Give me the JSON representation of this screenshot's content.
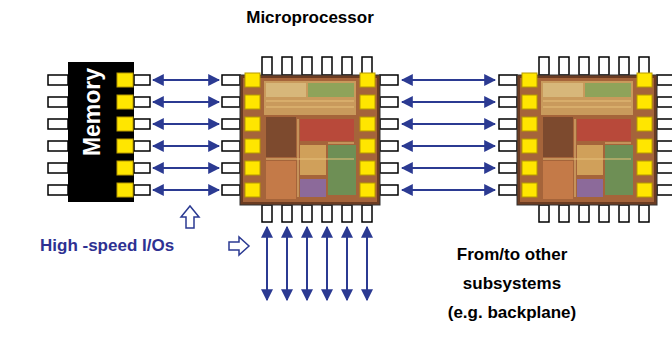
{
  "diagram": {
    "nodes": [
      {
        "text": [
          "Memory"
        ]
      },
      {
        "text": [
          "Microprocessor"
        ]
      }
    ],
    "edges": [
      {
        "from": 0,
        "to": 1,
        "arrow": "both"
      },
      {
        "from": 0,
        "to": 1,
        "arrow": "both"
      },
      {
        "from": 0,
        "to": 1,
        "arrow": "both"
      },
      {
        "from": 0,
        "to": 1,
        "arrow": "both"
      },
      {
        "from": 0,
        "to": 1,
        "arrow": "both"
      },
      {
        "from": 0,
        "to": 1,
        "arrow": "both"
      }
    ],
    "labels": [
      "High -speed I/Os",
      "From/to other subsystems (e.g. backplane)"
    ]
  }
}
